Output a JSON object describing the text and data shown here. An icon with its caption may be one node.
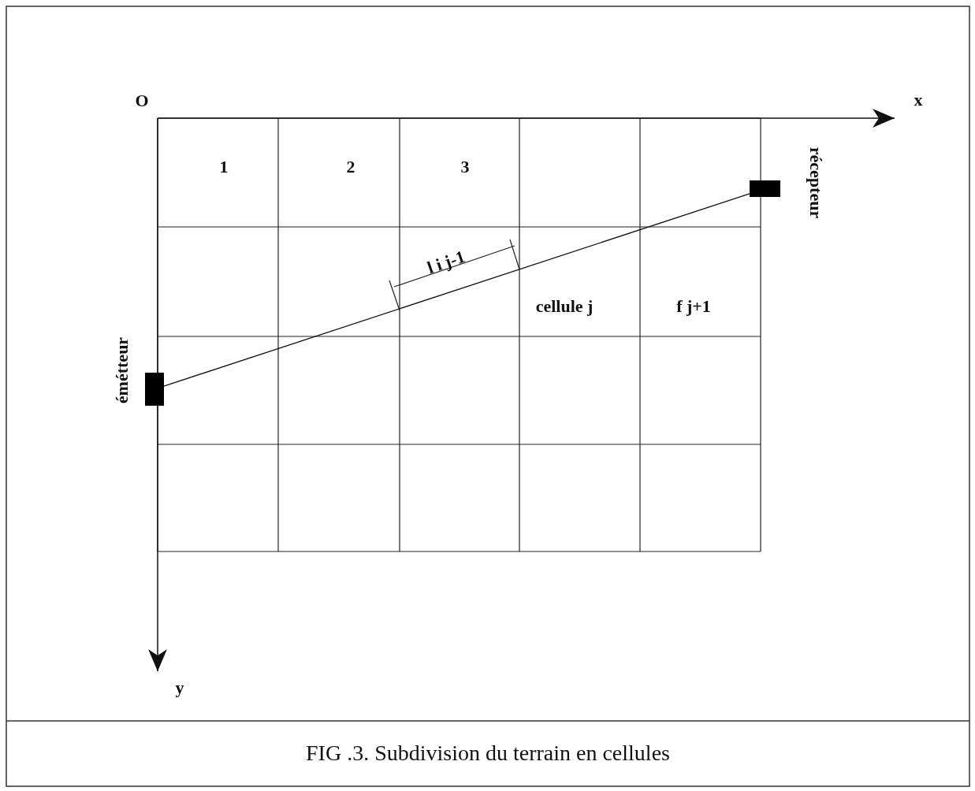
{
  "diagram": {
    "caption": "FIG .3. Subdivision du terrain en cellules",
    "nodes": [
      {
        "text": [],
        "shape": "bar",
        "beside": [
          "émétteur"
        ]
      },
      {
        "text": [],
        "shape": "bar",
        "beside": [
          "récepteur"
        ]
      }
    ],
    "edges": [
      {
        "from": 0,
        "to": 1,
        "arrow": "none"
      }
    ],
    "labels": [
      "O",
      "x",
      "1",
      "2",
      "3",
      "l i j-1",
      "cellule j",
      "f j+1",
      "y"
    ]
  }
}
